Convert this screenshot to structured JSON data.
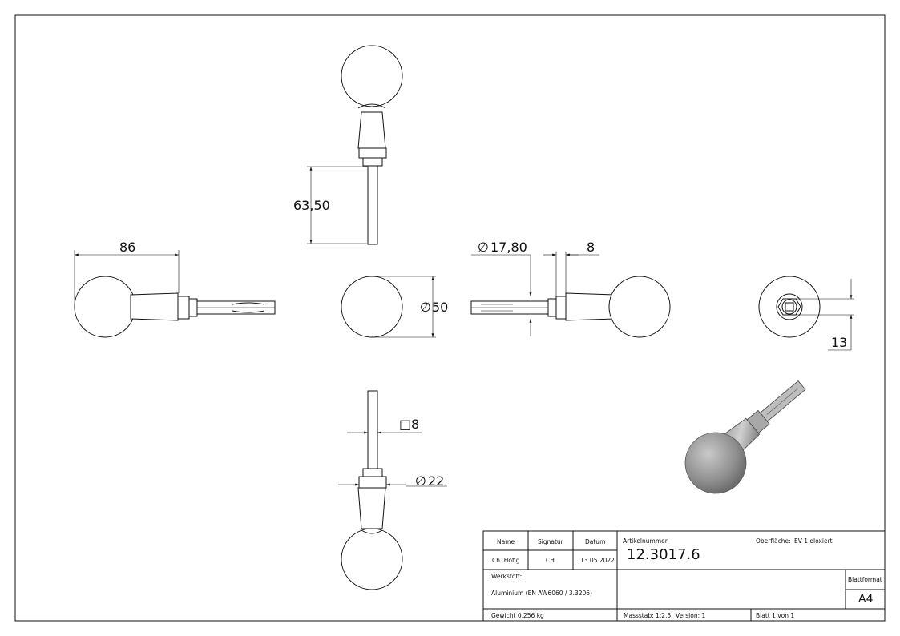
{
  "dimensions": {
    "shaft_length": "63,50",
    "overall_length": "86",
    "shank_diameter": "17,80",
    "collar_width": "8",
    "ball_diameter": "50",
    "hex_size": "13",
    "square_size": "8",
    "collar_diameter": "22"
  },
  "symbols": {
    "diameter": "∅",
    "square": "□"
  },
  "title_block": {
    "col_name": "Name",
    "col_signatur": "Signatur",
    "col_datum": "Datum",
    "name": "Ch. Höfig",
    "signatur": "CH",
    "datum": "13.05.2022",
    "artikelnummer_label": "Artikelnummer",
    "artikelnummer": "12.3017.6",
    "oberflaeche_label": "Oberfläche:",
    "oberflaeche": "EV 1 eloxiert",
    "werkstoff_label": "Werkstoff:",
    "werkstoff": "Aluminium (EN AW6060 / 3.3206)",
    "blattformat_label": "Blattformat",
    "blattformat": "A4",
    "gewicht": "Gewicht 0,256 kg",
    "massstab": "Massstab: 1:2,5",
    "version": "Version: 1",
    "blatt": "Blatt 1 von 1"
  },
  "colors": {
    "line": "#111111",
    "shaded_part": "#8f8f8f"
  }
}
